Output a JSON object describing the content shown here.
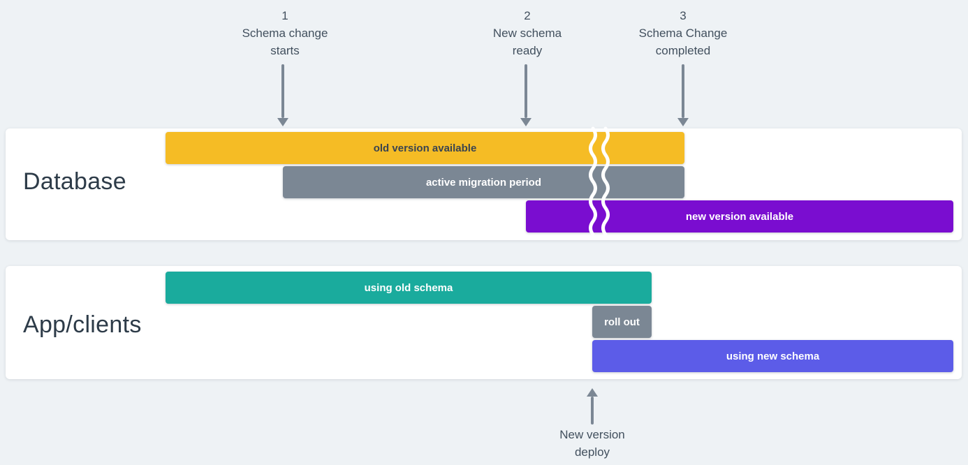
{
  "milestones": [
    {
      "number": "1",
      "label_line1": "Schema change",
      "label_line2": "starts"
    },
    {
      "number": "2",
      "label_line1": "New schema",
      "label_line2": "ready"
    },
    {
      "number": "3",
      "label_line1": "Schema Change",
      "label_line2": "completed"
    }
  ],
  "lanes": [
    {
      "label": "Database",
      "bars": [
        {
          "label": "old version available",
          "color": "#F5BC25"
        },
        {
          "label": "active migration period",
          "color": "#7B8794"
        },
        {
          "label": "new version available",
          "color": "#7A0DD0"
        }
      ]
    },
    {
      "label": "App/clients",
      "bars": [
        {
          "label": "using old schema",
          "color": "#1AAB9D"
        },
        {
          "label": "roll out",
          "color": "#7B8794"
        },
        {
          "label": "using new schema",
          "color": "#5C5CE8"
        }
      ]
    }
  ],
  "deploy_annotation": {
    "line1": "New version",
    "line2": "deploy"
  },
  "colors": {
    "background": "#EEF2F5",
    "card": "#FFFFFF",
    "lane_label_text": "#2D3B48",
    "annotation_text": "#42505E",
    "arrow": "#7B8794",
    "bar_text_light": "#FFFFFF",
    "bar_text_dark": "#3A4450",
    "break_squiggle": "#FFFFFF"
  }
}
